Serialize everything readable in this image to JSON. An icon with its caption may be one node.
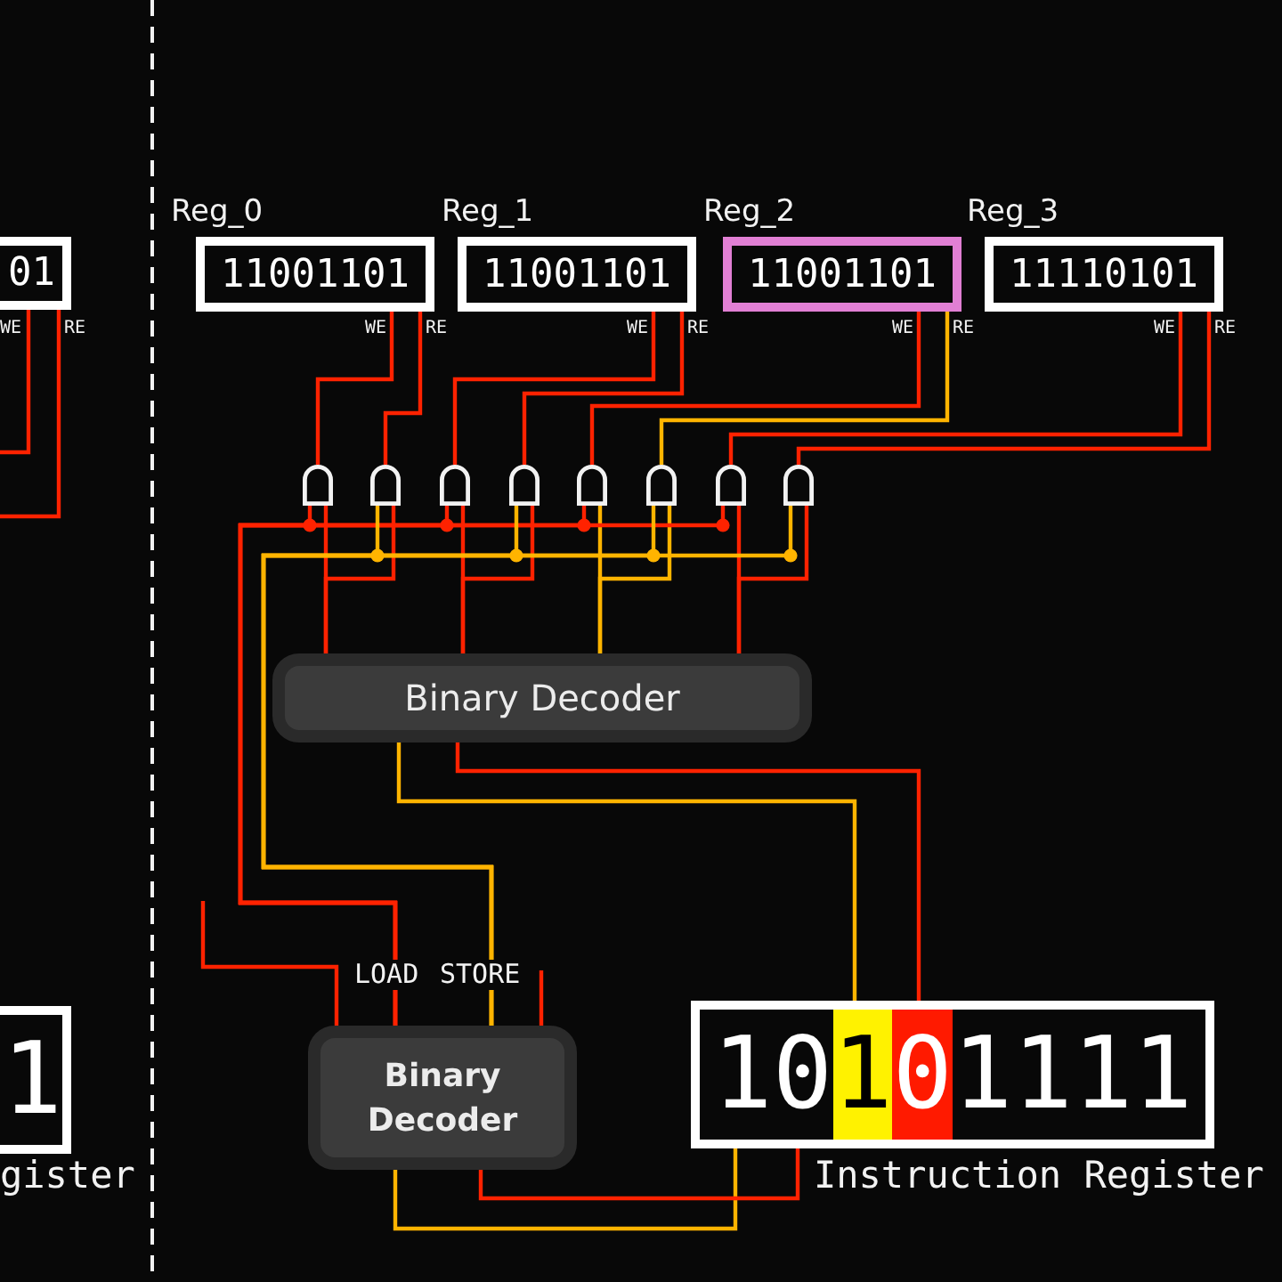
{
  "diagram": {
    "nodes": [
      {
        "text": [
          "01"
        ]
      },
      {
        "text": [
          "Reg_0",
          "11001101"
        ]
      },
      {
        "text": [
          "Reg_1",
          "11001101"
        ]
      },
      {
        "text": [
          "Reg_2",
          "11001101"
        ]
      },
      {
        "text": [
          "Reg_3",
          "11110101"
        ]
      },
      {
        "text": [],
        "shape": "gate"
      },
      {
        "text": [],
        "shape": "gate"
      },
      {
        "text": [],
        "shape": "gate"
      },
      {
        "text": [],
        "shape": "gate"
      },
      {
        "text": [],
        "shape": "gate"
      },
      {
        "text": [],
        "shape": "gate"
      },
      {
        "text": [],
        "shape": "gate"
      },
      {
        "text": [],
        "shape": "gate"
      },
      {
        "text": [
          "Binary Decoder"
        ]
      },
      {
        "text": [
          "1"
        ],
        "beside": [
          "gister"
        ]
      },
      {
        "text": [
          "Binary Decoder"
        ]
      },
      {
        "text": [
          "10101111"
        ],
        "beside": [
          "Instruction Register"
        ]
      }
    ],
    "edges": [
      {
        "from": null,
        "to": 0,
        "arrow": "none"
      },
      {
        "from": null,
        "to": 0,
        "arrow": "none"
      },
      {
        "from": 5,
        "to": 1,
        "arrow": "none"
      },
      {
        "from": 6,
        "to": 1,
        "arrow": "none"
      },
      {
        "from": 7,
        "to": 2,
        "arrow": "none"
      },
      {
        "from": 8,
        "to": 2,
        "arrow": "none"
      },
      {
        "from": 9,
        "to": 3,
        "arrow": "none"
      },
      {
        "from": 10,
        "to": 3,
        "arrow": "none",
        "color": "#ffb400"
      },
      {
        "from": 11,
        "to": 4,
        "arrow": "none"
      },
      {
        "from": 12,
        "to": 4,
        "arrow": "none"
      },
      {
        "from": 13,
        "to": 5,
        "arrow": "none"
      },
      {
        "from": 13,
        "to": 6,
        "arrow": "none"
      },
      {
        "from": 13,
        "to": 7,
        "arrow": "none"
      },
      {
        "from": 13,
        "to": 8,
        "arrow": "none"
      },
      {
        "from": 13,
        "to": 9,
        "arrow": "none",
        "color": "#ffb400"
      },
      {
        "from": 13,
        "to": 10,
        "arrow": "none",
        "color": "#ffb400"
      },
      {
        "from": 13,
        "to": 11,
        "arrow": "none"
      },
      {
        "from": 13,
        "to": 12,
        "arrow": "none"
      },
      {
        "from": 15,
        "to": 5,
        "arrow": "none"
      },
      {
        "from": 15,
        "to": 7,
        "arrow": "none"
      },
      {
        "from": 15,
        "to": 9,
        "arrow": "none"
      },
      {
        "from": 15,
        "to": 11,
        "arrow": "none"
      },
      {
        "from": 15,
        "to": 6,
        "arrow": "none",
        "color": "#ffb400"
      },
      {
        "from": 15,
        "to": 8,
        "arrow": "none",
        "color": "#ffb400"
      },
      {
        "from": 15,
        "to": 10,
        "arrow": "none",
        "color": "#ffb400"
      },
      {
        "from": 15,
        "to": 12,
        "arrow": "none",
        "color": "#ffb400"
      },
      {
        "from": 15,
        "to": null,
        "arrow": "none"
      },
      {
        "from": 15,
        "to": null,
        "arrow": "none"
      },
      {
        "from": 16,
        "to": 13,
        "arrow": "none",
        "color": "#ffb400"
      },
      {
        "from": 16,
        "to": 13,
        "arrow": "none"
      },
      {
        "from": 16,
        "to": 15,
        "arrow": "none",
        "color": "#ffb400"
      },
      {
        "from": 16,
        "to": 15,
        "arrow": "none"
      }
    ],
    "labels": [
      "WE",
      "RE",
      "WE",
      "RE",
      "WE",
      "RE",
      "WE",
      "RE",
      "WE",
      "RE",
      "LOAD",
      "STORE"
    ]
  }
}
